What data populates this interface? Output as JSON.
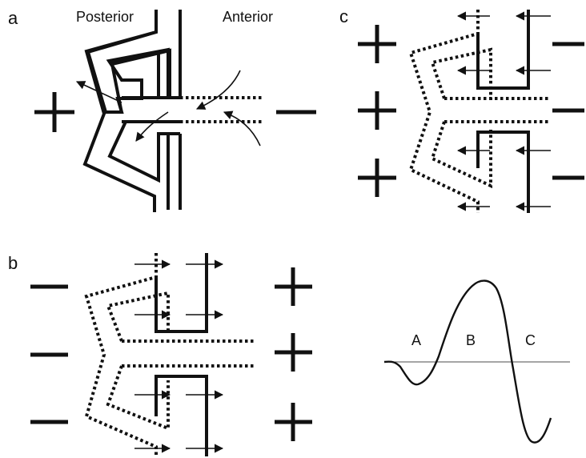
{
  "panels": {
    "a": {
      "letter": "a",
      "left_caption": "Posterior",
      "right_caption": "Anterior"
    },
    "b": {
      "letter": "b"
    },
    "c": {
      "letter": "c"
    }
  },
  "waveform": {
    "phases": [
      "A",
      "B",
      "C"
    ]
  }
}
